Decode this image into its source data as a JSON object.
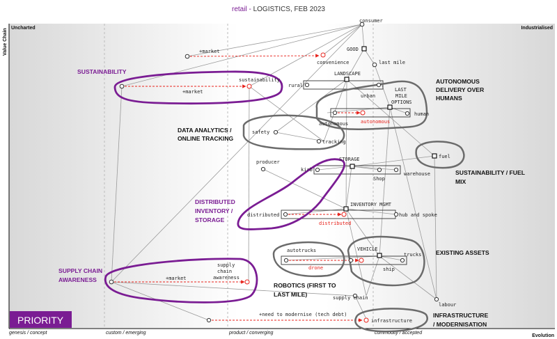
{
  "title": {
    "prefix": "retail",
    "dash": " - ",
    "main": "LOGISTICS, FEB 2023"
  },
  "axes": {
    "y_label": "Value Chain",
    "uncharted": "Uncharted",
    "industrialised": "Industrialised",
    "evolution": "Evolution",
    "stages": [
      "genesis / concept",
      "custom / emerging",
      "product / converging",
      "commodity / accepted"
    ]
  },
  "components": {
    "consumer": "consumer",
    "good": "GOOD",
    "last_mile": "last mile",
    "convenience": "convenience",
    "market_top": "+market",
    "landscape": "LANDSCAPE",
    "rural": "rural",
    "urban": "urban",
    "sustainability": "sustainability",
    "market_sustain": "+market",
    "last_mile_options": [
      "LAST",
      "MILE",
      "OPTIONS"
    ],
    "human": "human",
    "autonomous_label": "autonomous",
    "autonomous_red": "autonomous",
    "safety": "safety",
    "tracking": "tracking",
    "fuel": "fuel",
    "producer": "producer",
    "storage": "STORAGE",
    "kirb": "kirb",
    "shop": "Shop",
    "warehouse": "warehouse",
    "inventory_mgmt": "INVENTORY MGMT",
    "distributed": "distributed",
    "distributed_red": "distributed",
    "hub_spoke": "hub and spoke",
    "autotrucks": "autotrucks",
    "vehicle": "VEHICLE",
    "trucks": "trucks",
    "drone": "drone",
    "ship": "ship",
    "supply_chain_awareness": [
      "supply",
      "chain",
      "awareness"
    ],
    "market_supply": "+market",
    "supply_chain": "supply chain",
    "labour": "labour",
    "need_modernise": "+need to modernise (tech debt)",
    "infrastructure": "infrastructure"
  },
  "annotations": {
    "sustainability": "SUSTAINABILITY",
    "autonomous_delivery": [
      "AUTONOMOUS",
      "DELIVERY OVER",
      "HUMANS"
    ],
    "data_analytics": [
      "DATA ANALYTICS /",
      "ONLINE TRACKING"
    ],
    "sustainability_fuel": [
      "SUSTAINABILITY / FUEL",
      "MIX"
    ],
    "distributed_inventory": [
      "DISTRIBUTED",
      "INVENTORY /",
      "STORAGE"
    ],
    "existing_assets": "EXISTING ASSETS",
    "supply_chain_awareness": [
      "SUPPLY CHAIN",
      "AWARENESS"
    ],
    "robotics": [
      "ROBOTICS (FIRST TO",
      "LAST MILE)"
    ],
    "infrastructure": [
      "INFRASTRUCTURE",
      "/ MODERNISATION"
    ]
  },
  "priority_label": "PRIORITY",
  "colors": {
    "purple": "#7a1c93",
    "grey_outline": "#6b6b6b",
    "red": "#e8221b",
    "priority_bg": "#7a1c93"
  }
}
